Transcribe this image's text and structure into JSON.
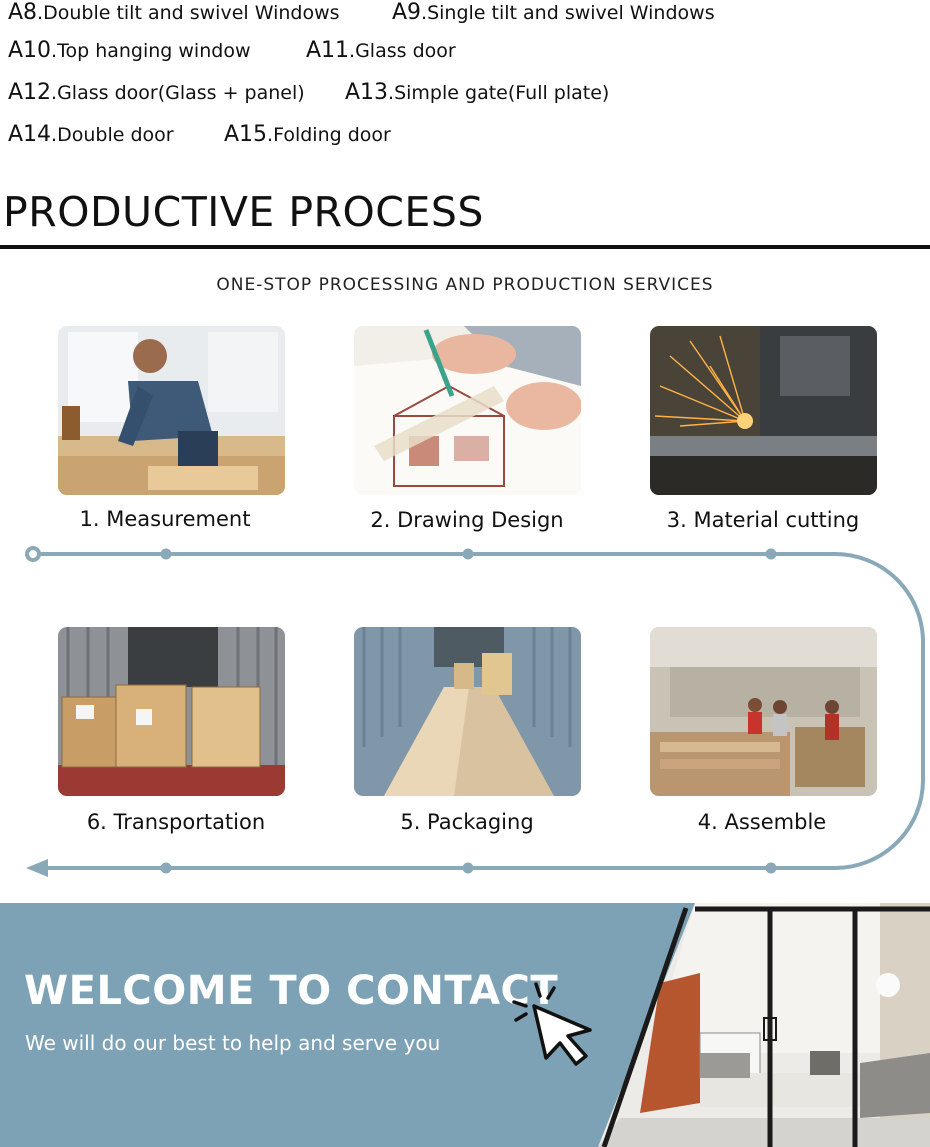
{
  "products": [
    {
      "code": "A8",
      "name": ".Double tilt and swivel Windows"
    },
    {
      "code": "A9",
      "name": ".Single tilt and swivel Windows"
    },
    {
      "code": "A10",
      "name": ".Top hanging window"
    },
    {
      "code": "A11",
      "name": ".Glass door"
    },
    {
      "code": "A12",
      "name": ".Glass door(Glass + panel)"
    },
    {
      "code": "A13",
      "name": ".Simple gate(Full plate)"
    },
    {
      "code": "A14",
      "name": ".Double door"
    },
    {
      "code": "A15",
      "name": ".Folding door"
    }
  ],
  "process": {
    "title": "PRODUCTIVE PROCESS",
    "subtitle": "ONE-STOP PROCESSING AND PRODUCTION SERVICES",
    "steps": [
      {
        "label": "1. Measurement",
        "photo": "worker-measuring-photo"
      },
      {
        "label": "2. Drawing Design",
        "photo": "drawing-design-photo"
      },
      {
        "label": "3. Material cutting",
        "photo": "material-cutting-photo"
      },
      {
        "label": "4. Assemble",
        "photo": "assembly-workshop-photo"
      },
      {
        "label": "5. Packaging",
        "photo": "packaging-crates-photo"
      },
      {
        "label": "6. Transportation",
        "photo": "container-transport-photo"
      }
    ]
  },
  "contact": {
    "title": "WELCOME TO CONTACT",
    "subtitle": "We will do our best to help and serve you",
    "icon": "click-cursor-icon",
    "bg_color": "#7ea2b5"
  },
  "colors": {
    "flow_line": "#8aa9b8",
    "text": "#111111"
  }
}
